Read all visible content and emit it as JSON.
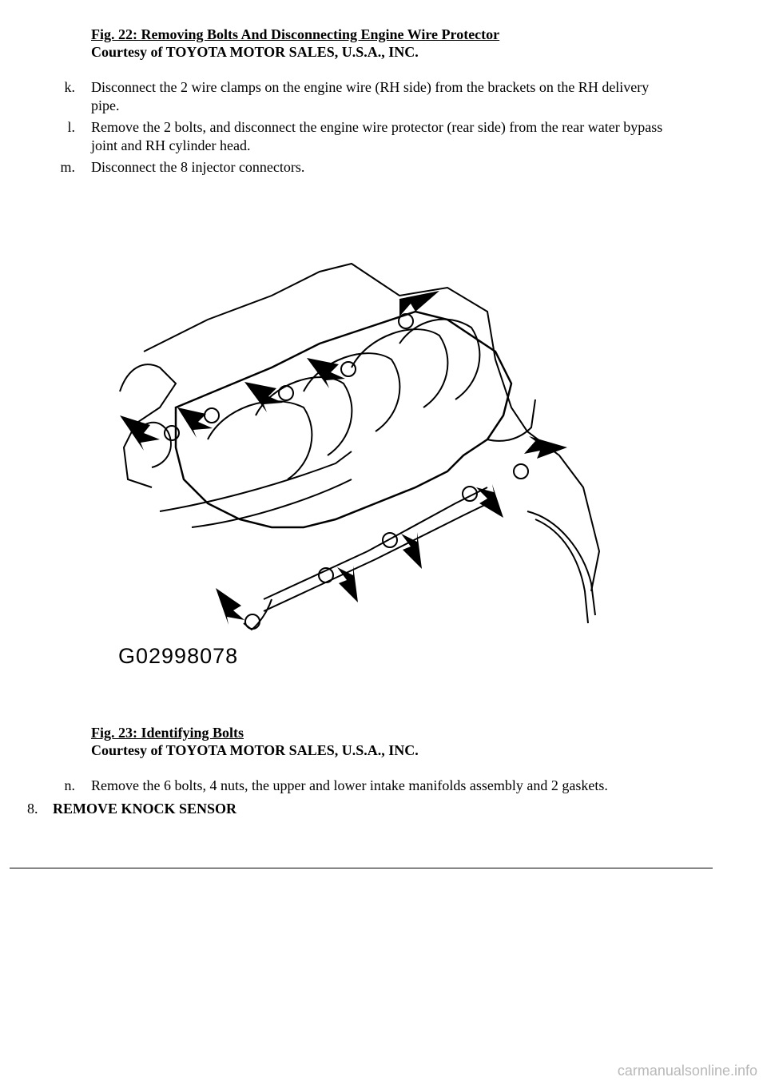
{
  "fig22": {
    "title": "Fig. 22: Removing Bolts And Disconnecting Engine Wire Protector",
    "courtesy": "Courtesy of TOYOTA MOTOR SALES, U.S.A., INC."
  },
  "steps_top": [
    {
      "label": "k.",
      "text": "Disconnect the 2 wire clamps on the engine wire (RH side) from the brackets on the RH delivery",
      "cont": "pipe."
    },
    {
      "label": "l.",
      "text": "Remove the 2 bolts, and disconnect the engine wire protector (rear side) from the rear water bypass",
      "cont": "joint and RH cylinder head."
    },
    {
      "label": "m.",
      "text": "Disconnect the 8 injector connectors.",
      "cont": ""
    }
  ],
  "fig23": {
    "code": "G02998078",
    "title": "Fig. 23: Identifying Bolts",
    "courtesy": "Courtesy of TOYOTA MOTOR SALES, U.S.A., INC."
  },
  "step_n": {
    "label": "n.",
    "text": "Remove the 6 bolts, 4 nuts, the upper and lower intake manifolds assembly and 2 gaskets."
  },
  "section": {
    "number": "8.",
    "title": "REMOVE KNOCK SENSOR"
  },
  "footer": "carmanualsonline.info"
}
